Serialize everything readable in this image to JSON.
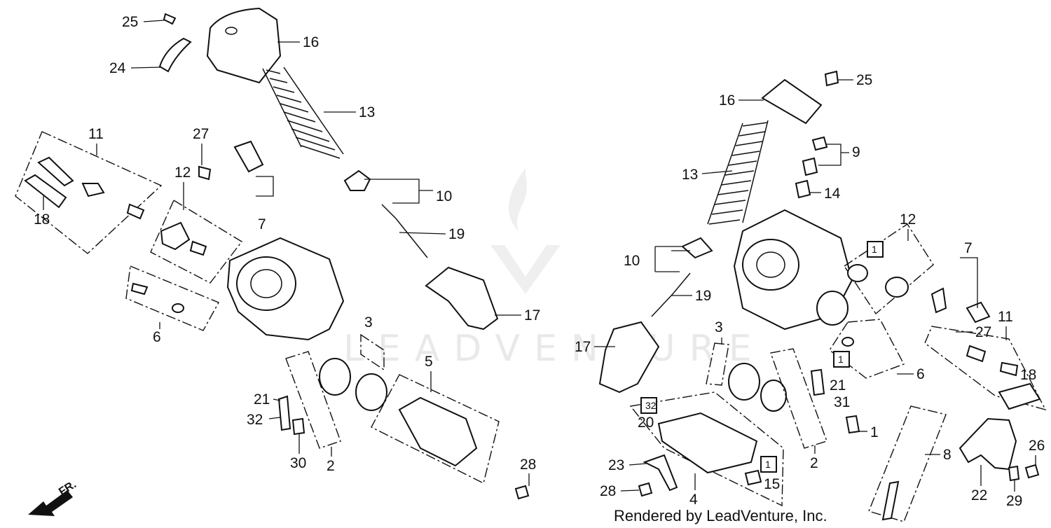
{
  "labels_left": [
    "25",
    "24",
    "16",
    "13",
    "11",
    "27",
    "12",
    "18",
    "7",
    "10",
    "19",
    "6",
    "17",
    "3",
    "5",
    "21",
    "32",
    "30",
    "2",
    "28"
  ],
  "labels_right": [
    "25",
    "16",
    "9",
    "13",
    "14",
    "12",
    "10",
    "1",
    "19",
    "7",
    "11",
    "27",
    "3",
    "17",
    "1",
    "6",
    "18",
    "21",
    "31",
    "20",
    "1",
    "32",
    "23",
    "2",
    "8",
    "26",
    "28",
    "4",
    "15",
    "22",
    "29",
    "1"
  ],
  "credit": "Rendered by LeadVenture, Inc.",
  "direction_label": "FR.",
  "watermark": "LEADVENTURE"
}
